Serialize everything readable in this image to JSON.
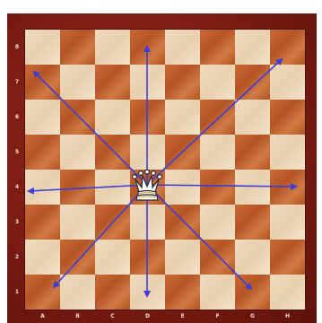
{
  "board": {
    "files": [
      "A",
      "B",
      "C",
      "D",
      "E",
      "F",
      "G",
      "H"
    ],
    "ranks": [
      "8",
      "7",
      "6",
      "5",
      "4",
      "3",
      "2",
      "1"
    ],
    "light_color": "#f1dcc0",
    "dark_color": "#c0602e",
    "frame_color": "#8a2216"
  },
  "piece": {
    "name": "queen",
    "color": "white",
    "square": "d4"
  },
  "move_arrows": {
    "color": "#3d3fd6",
    "directions": [
      "north",
      "south",
      "east",
      "west",
      "north-east",
      "north-west",
      "south-east",
      "south-west"
    ]
  }
}
